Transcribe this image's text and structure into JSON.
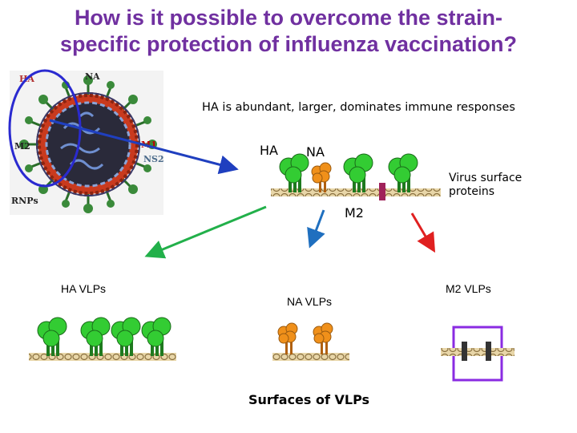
{
  "title_line1": "How is it possible to overcome the strain-",
  "title_line2": "specific protection of influenza vaccination?",
  "virus_labels": {
    "ha": "HA",
    "na": "NA",
    "m2": "M2",
    "m1": "M1",
    "ns": "NS2",
    "rnps": "RNPs"
  },
  "note": "HA is abundant, larger, dominates immune responses",
  "membrane_labels": {
    "ha": "HA",
    "na": "NA",
    "m2": "M2"
  },
  "surface_proteins": "Virus surface\nproteins",
  "vlp_labels": {
    "ha": "HA  VLPs",
    "na": "NA VLPs",
    "m2": "M2 VLPs"
  },
  "footer": "Surfaces of VLPs",
  "colors": {
    "title": "#7030a0",
    "ha": "#22aa22",
    "na": "#f0901a",
    "m2": "#a0225a",
    "arrow_blue": "#1f5fbf",
    "arrow_green": "#22b04a",
    "arrow_red": "#e02020",
    "m2_box": "#8a2be2",
    "virus_ring": "#3030cc"
  }
}
